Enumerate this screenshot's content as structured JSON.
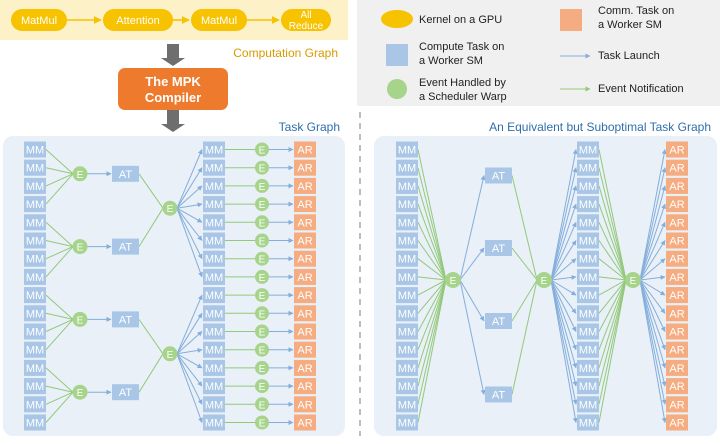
{
  "computation_graph": {
    "title": "Computation Graph",
    "kernels": [
      "MatMul",
      "Attention",
      "MatMul",
      "All Reduce"
    ]
  },
  "compiler": {
    "line1": "The MPK",
    "line2": "Compiler"
  },
  "legend": {
    "kernel": "Kernel on a GPU",
    "compute_line1": "Compute Task on",
    "compute_line2": "a Worker SM",
    "event_line1": "Event Handled by",
    "event_line2": "a Scheduler Warp",
    "comm_line1": "Comm. Task on",
    "comm_line2": "a Worker SM",
    "task_launch": "Task Launch",
    "event_notification": "Event Notification"
  },
  "task_graph": {
    "title": "Task Graph",
    "mm_label": "MM",
    "at_label": "AT",
    "ar_label": "AR",
    "event_label": "E"
  },
  "suboptimal_graph": {
    "title": "An Equivalent but Suboptimal Task Graph"
  },
  "colors": {
    "kernel_fill": "#f7c200",
    "kernel_band": "#fdf1c7",
    "compute_fill": "#a9c6e6",
    "comm_fill": "#f5ac80",
    "event_fill": "#a6d48a",
    "compiler_fill": "#ee7a2e",
    "panel_fill": "#e9f0f8",
    "legend_fill": "#f0f0f0",
    "title_orange": "#d99a00",
    "title_blue": "#2f6fab",
    "launch_line": "#84aedb",
    "notify_line": "#93c97a",
    "arrow_gray": "#6e6e6e"
  }
}
